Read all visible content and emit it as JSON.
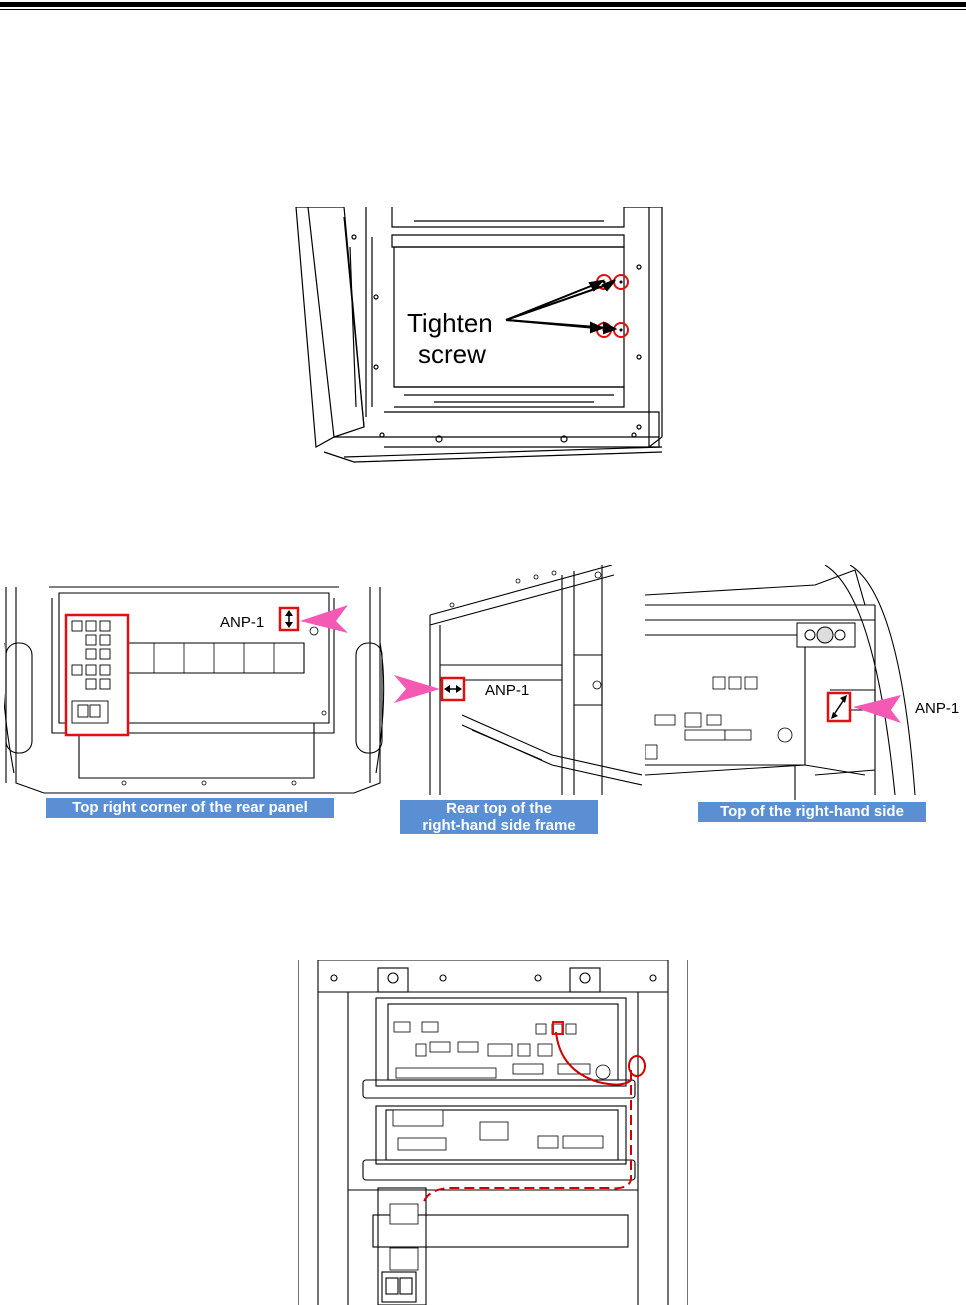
{
  "figure1": {
    "callout_line1": "Tighten",
    "callout_line2": "screw"
  },
  "figure2": {
    "panels": [
      {
        "label": "ANP-1",
        "caption": "Top right corner of the rear panel"
      },
      {
        "label": "ANP-1",
        "caption_line1": "Rear top of the",
        "caption_line2": "right-hand side frame"
      },
      {
        "label": "ANP-1",
        "caption": "Top of the right-hand side"
      }
    ]
  },
  "colors": {
    "callout_red": "#e01010",
    "arrow_pink": "#f45ab4",
    "caption_blue": "#5b8fd4",
    "cable_red": "#d00000"
  }
}
